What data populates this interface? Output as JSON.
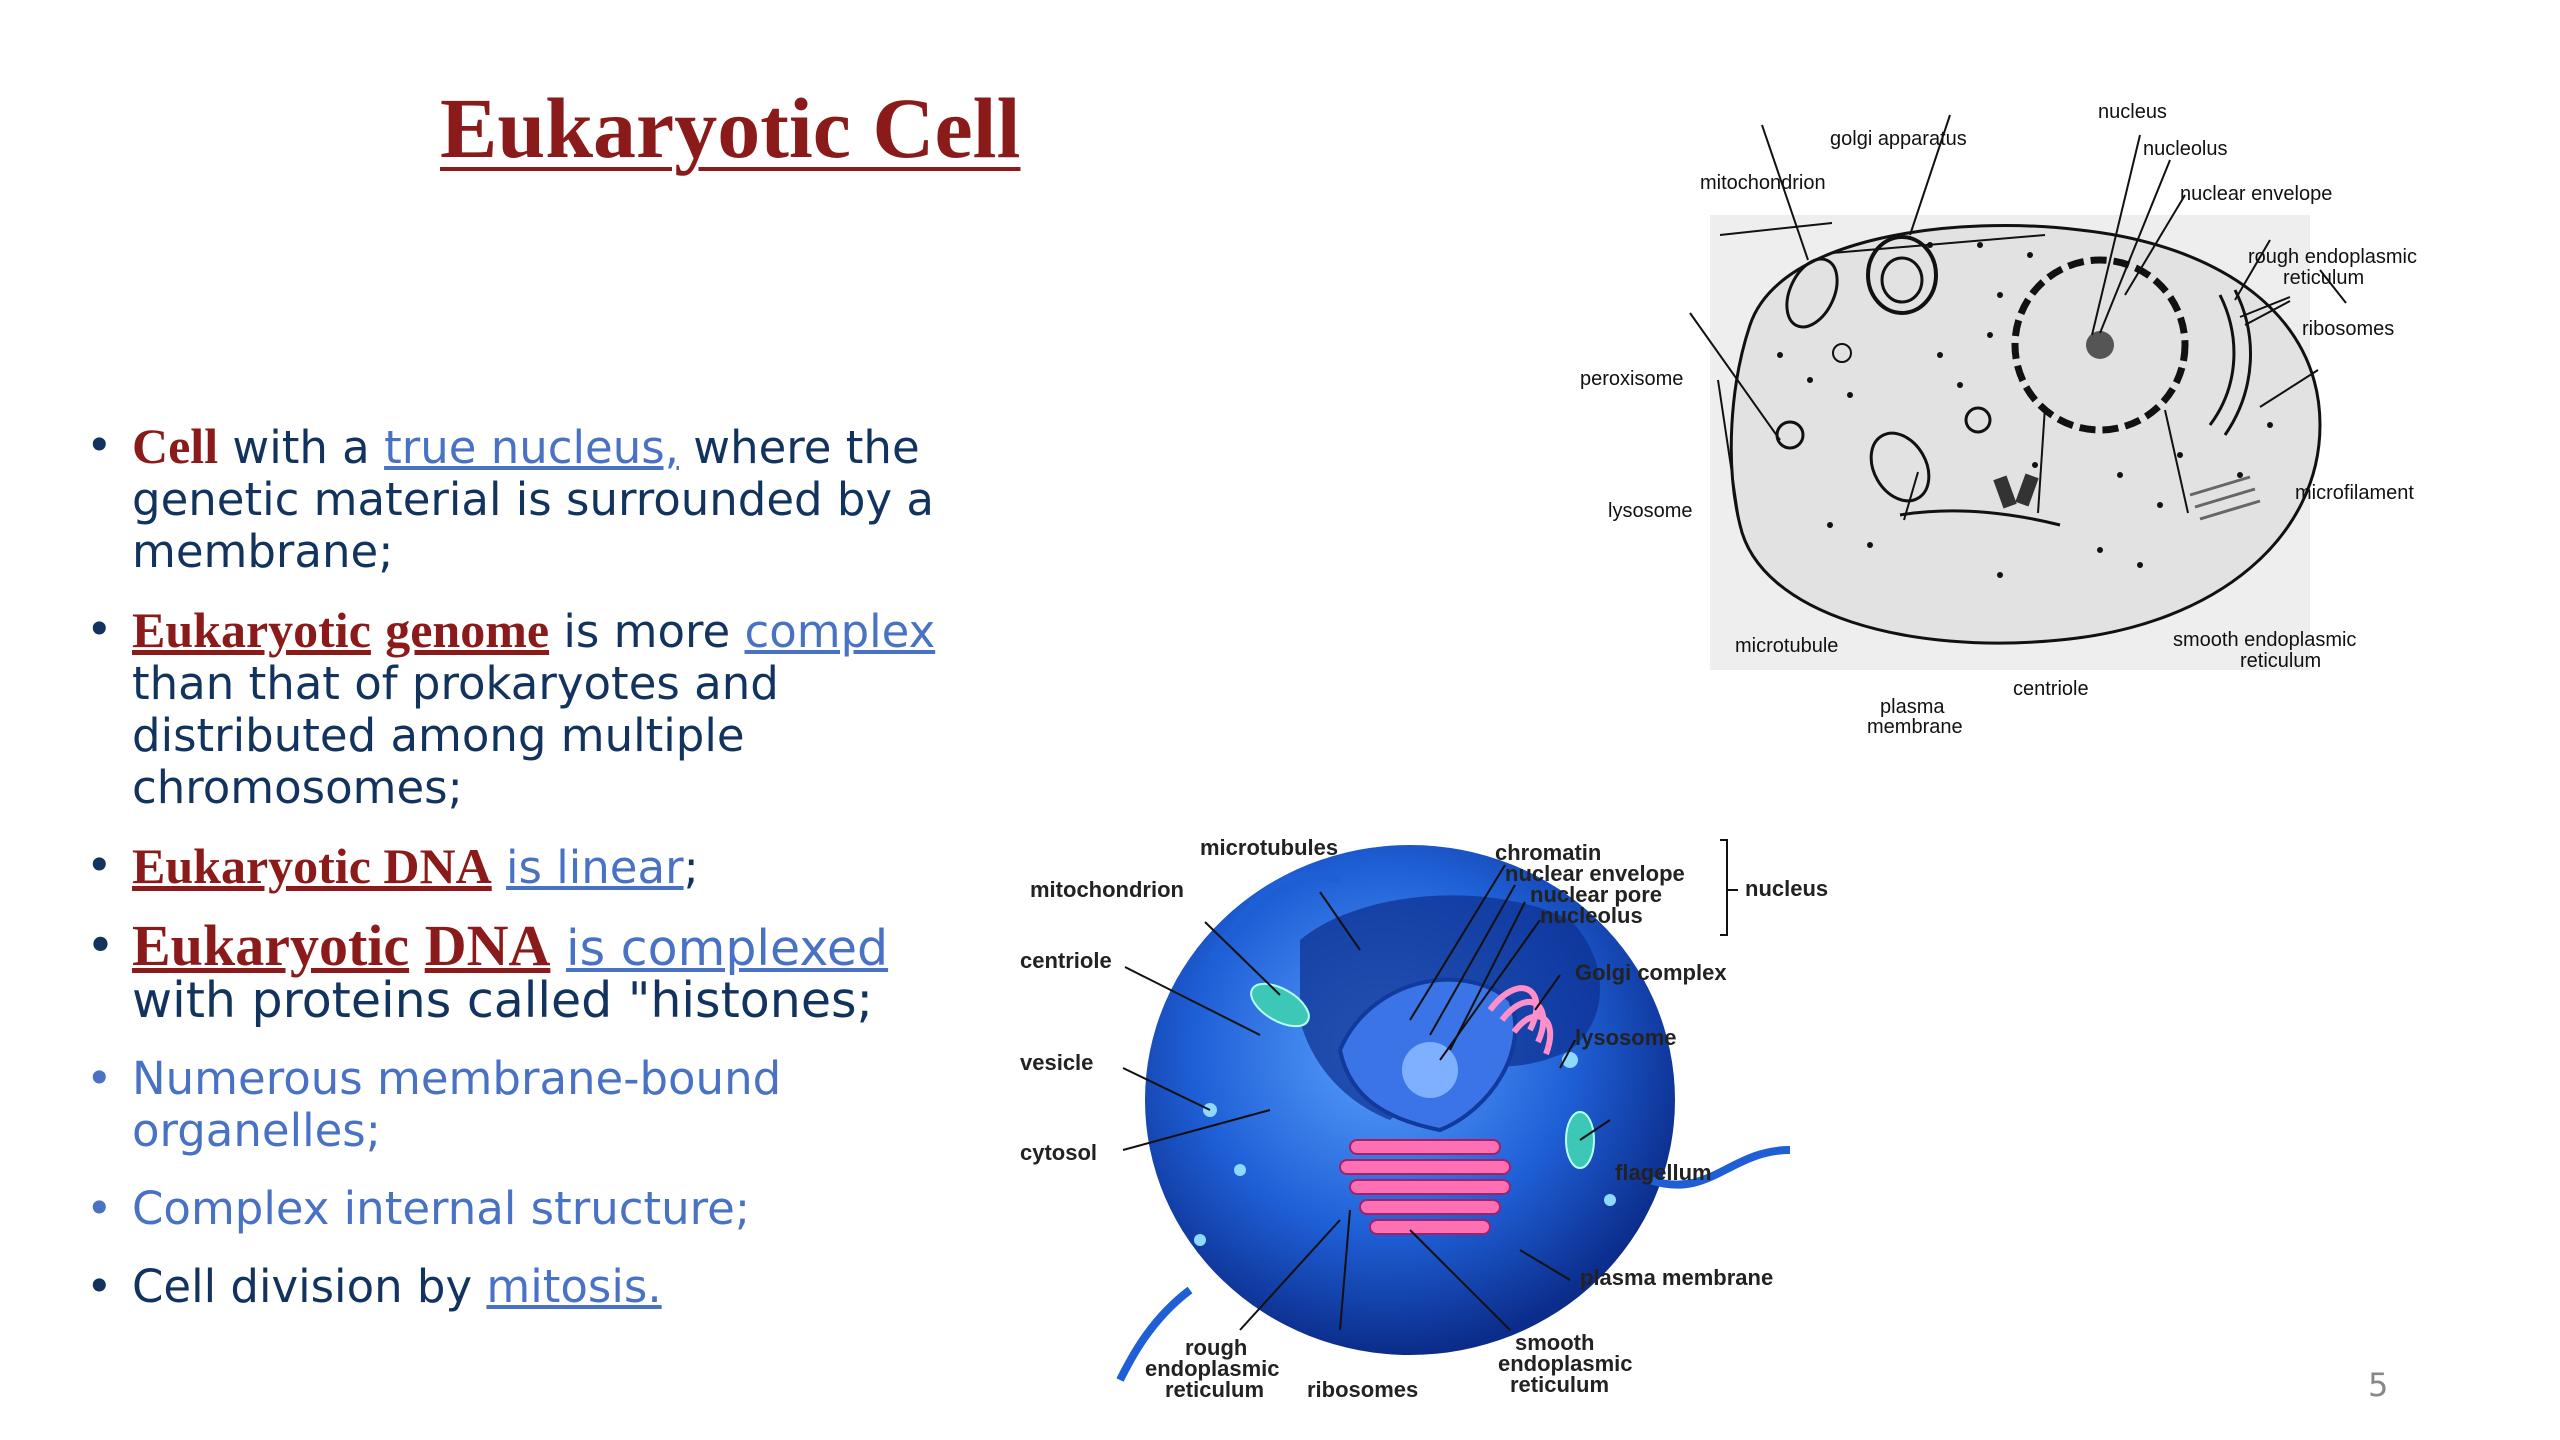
{
  "slide": {
    "title": "Eukaryotic Cell",
    "page_number": "5"
  },
  "bullets": [
    {
      "parts": [
        "Cell",
        " with a ",
        "true nucleus,",
        " where the genetic material is surrounded by a membrane;"
      ]
    },
    {
      "parts": [
        "Eukaryotic",
        " ",
        "genome",
        " is more ",
        "complex",
        " than that of prokaryotes and distributed among multiple chromosomes;"
      ]
    },
    {
      "parts": [
        "Eukaryotic DNA",
        " ",
        "is linear",
        ";"
      ]
    },
    {
      "parts": [
        "Eukaryotic",
        " ",
        "DNA",
        " ",
        "is complexed",
        " with proteins called \"histones;"
      ]
    },
    {
      "parts": [
        "Numerous membrane-bound organelles;"
      ]
    },
    {
      "parts": [
        "Complex internal structure;"
      ]
    },
    {
      "parts": [
        "Cell division by ",
        "mitosis."
      ]
    }
  ],
  "diagram_top": {
    "labels": {
      "nucleus": "nucleus",
      "golgi": "golgi apparatus",
      "nucleolus": "nucleolus",
      "mitochondrion": "mitochondrion",
      "nuclear_envelope": "nuclear envelope",
      "rough_er_1": "rough endoplasmic",
      "rough_er_2": "reticulum",
      "ribosomes": "ribosomes",
      "peroxisome": "peroxisome",
      "microfilament": "microfilament",
      "lysosome": "lysosome",
      "smooth_er_1": "smooth endoplasmic",
      "smooth_er_2": "reticulum",
      "microtubule": "microtubule",
      "centriole": "centriole",
      "plasma_1": "plasma",
      "plasma_2": "membrane"
    }
  },
  "diagram_bottom": {
    "labels": {
      "microtubules": "microtubules",
      "chromatin": "chromatin",
      "nuclear_envelope": "nuclear envelope",
      "nuclear_pore": "nuclear pore",
      "nucleolus": "nucleolus",
      "nucleus": "nucleus",
      "mitochondrion": "mitochondrion",
      "centriole": "centriole",
      "golgi": "Golgi complex",
      "lysosome": "lysosome",
      "vesicle": "vesicle",
      "cytosol": "cytosol",
      "flagellum": "flagellum",
      "plasma_membrane": "plasma membrane",
      "rough_1": "rough",
      "rough_2": "endoplasmic",
      "rough_3": "reticulum",
      "ribosomes": "ribosomes",
      "smooth_1": "smooth",
      "smooth_2": "endoplasmic",
      "smooth_3": "reticulum"
    }
  }
}
